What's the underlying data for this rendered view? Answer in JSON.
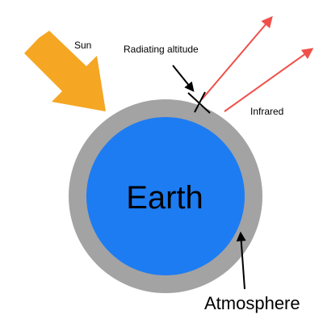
{
  "diagram": {
    "labels": {
      "sun": "Sun",
      "radiating_altitude": "Radiating altitude",
      "infrared": "Infrared",
      "earth": "Earth",
      "atmosphere": "Atmosphere"
    },
    "colors": {
      "earth": "#1d7cf2",
      "atmosphere": "#a3a3a3",
      "sun_arrow": "#f5a623",
      "infrared_arrow": "#f0504a",
      "annotation": "#000000",
      "background": "#ffffff"
    }
  }
}
